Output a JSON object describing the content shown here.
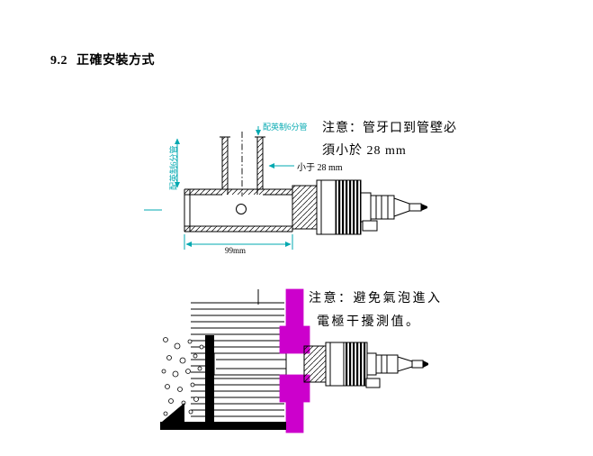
{
  "title": {
    "number": "9.2",
    "text": "正確安裝方式"
  },
  "colors": {
    "cyan": "#00a8b0",
    "magenta": "#cc00cc",
    "ink": "#000000"
  },
  "diagram_top": {
    "label_top_pipe": "配英制6分管",
    "label_left_pipe": "配英制6分管",
    "label_distance": "小于 28 mm",
    "label_width": "99mm",
    "note_line1": "注意：管牙口到管壁必",
    "note_line2": "須小於 28 mm"
  },
  "diagram_bottom": {
    "note_line1": "注意：避免氣泡進入",
    "note_line2": "電極干擾測值。"
  }
}
